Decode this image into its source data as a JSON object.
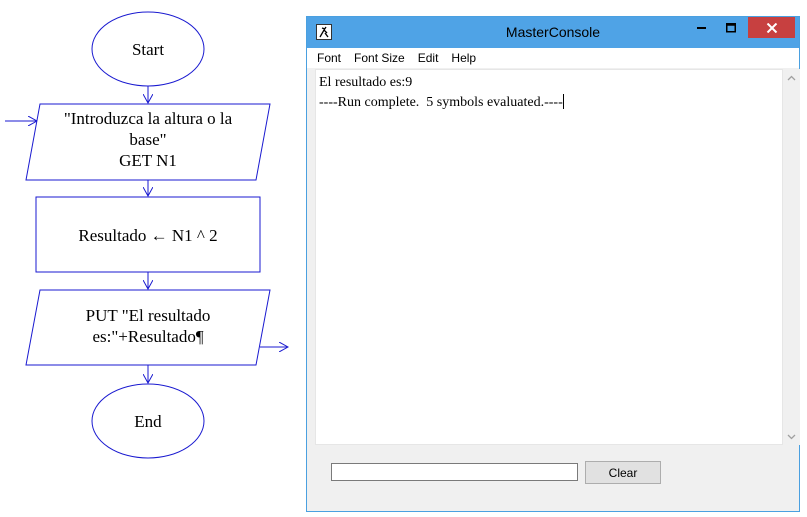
{
  "flowchart": {
    "start_label": "Start",
    "input_block": {
      "line1": "\"Introduzca la altura o la",
      "line2": "base\"",
      "line3": "GET N1"
    },
    "assign_block": {
      "text": "Resultado ← N1 ^ 2"
    },
    "output_block": {
      "line1": "PUT \"El resultado",
      "line2": "es:\"+Resultado¶"
    },
    "end_label": "End",
    "colors": {
      "stroke": "#1a1ad0",
      "fill": "#ffffff"
    }
  },
  "window": {
    "title": "MasterConsole",
    "controls": {
      "minimize": "minimize-icon",
      "maximize": "maximize-icon",
      "close": "close-icon"
    },
    "menu": [
      "Font",
      "Font Size",
      "Edit",
      "Help"
    ],
    "console_lines": [
      "El resultado es:9",
      "----Run complete.  5 symbols evaluated.----"
    ],
    "input_value": "",
    "clear_label": "Clear",
    "colors": {
      "titlebar": "#4fa3e6",
      "close_button": "#c74040",
      "border": "#4aa0e0"
    }
  }
}
